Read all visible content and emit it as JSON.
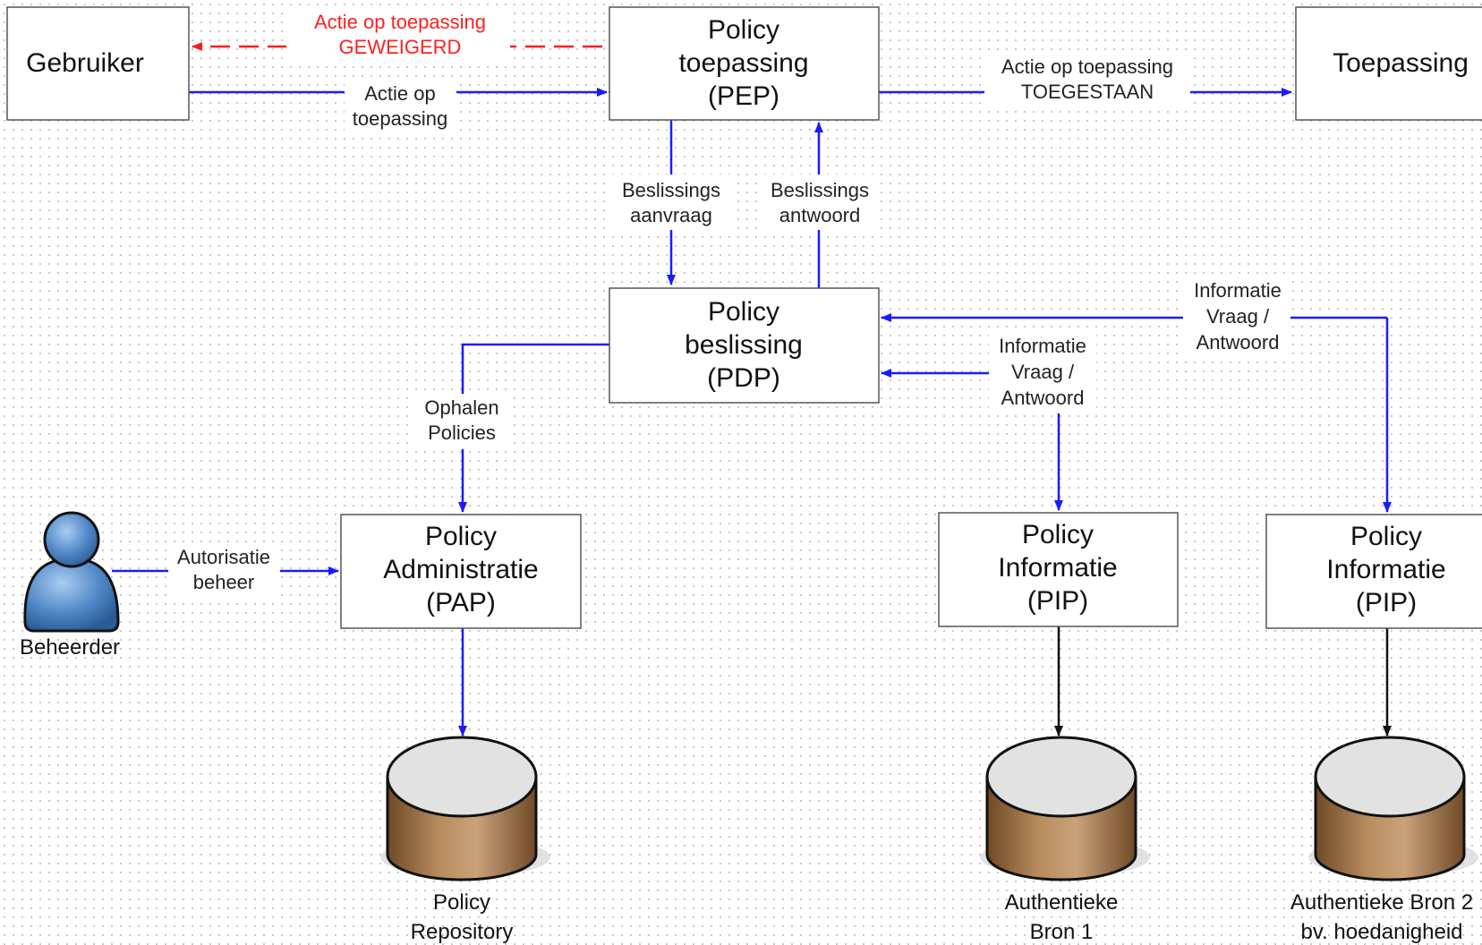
{
  "nodes": {
    "gebruiker": {
      "lines": [
        "Gebruiker"
      ]
    },
    "pep": {
      "lines": [
        "Policy",
        "toepassing",
        "(PEP)"
      ]
    },
    "toepassing": {
      "lines": [
        "Toepassing"
      ]
    },
    "pdp": {
      "lines": [
        "Policy",
        "beslissing",
        "(PDP)"
      ]
    },
    "pap": {
      "lines": [
        "Policy",
        "Administratie",
        "(PAP)"
      ]
    },
    "pip1": {
      "lines": [
        "Policy",
        "Informatie",
        "(PIP)"
      ]
    },
    "pip2": {
      "lines": [
        "Policy",
        "Informatie",
        "(PIP)"
      ]
    },
    "beheerder": {
      "label": "Beheerder"
    }
  },
  "databases": {
    "repository": {
      "lines": [
        "Policy",
        "Repository"
      ]
    },
    "bron1": {
      "lines": [
        "Authentieke",
        "Bron 1"
      ]
    },
    "bron2": {
      "lines": [
        "Authentieke Bron 2",
        "bv. hoedanigheid"
      ]
    }
  },
  "edge_labels": {
    "denied": [
      "Actie op toepassing",
      "GEWEIGERD"
    ],
    "action": [
      "Actie op",
      "toepassing"
    ],
    "allowed": [
      "Actie op toepassing",
      "TOEGESTAAN"
    ],
    "request": [
      "Beslissings",
      "aanvraag"
    ],
    "response": [
      "Beslissings",
      "antwoord"
    ],
    "fetch": [
      "Ophalen",
      "Policies"
    ],
    "authorization": [
      "Autorisatie",
      "beheer"
    ],
    "info1": [
      "Informatie",
      "Vraag /",
      "Antwoord"
    ],
    "info2": [
      "Informatie",
      "Vraag /",
      "Antwoord"
    ]
  },
  "colors": {
    "flow": "#1a1aff",
    "denied": "#ff1a1a",
    "storage_link": "#111111",
    "box_border": "#555555",
    "database_body": "#a97f55",
    "person": "#4f86c6"
  }
}
